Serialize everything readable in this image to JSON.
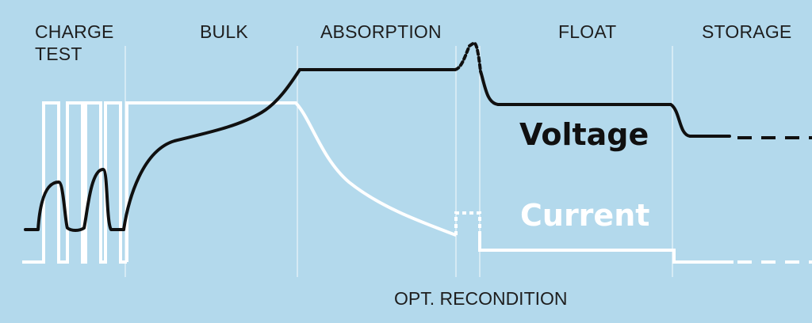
{
  "stages": {
    "charge_test_line1": "CHARGE",
    "charge_test_line2": "TEST",
    "bulk": "BULK",
    "absorption": "ABSORPTION",
    "float": "FLOAT",
    "storage": "STORAGE"
  },
  "recondition_label": "OPT. RECONDITION",
  "series": {
    "voltage_label": "Voltage",
    "current_label": "Current"
  },
  "colors": {
    "background": "#b3d9ec",
    "voltage": "#101010",
    "current": "#ffffff",
    "divider": "#ffffff",
    "text": "#1e1e1e"
  }
}
